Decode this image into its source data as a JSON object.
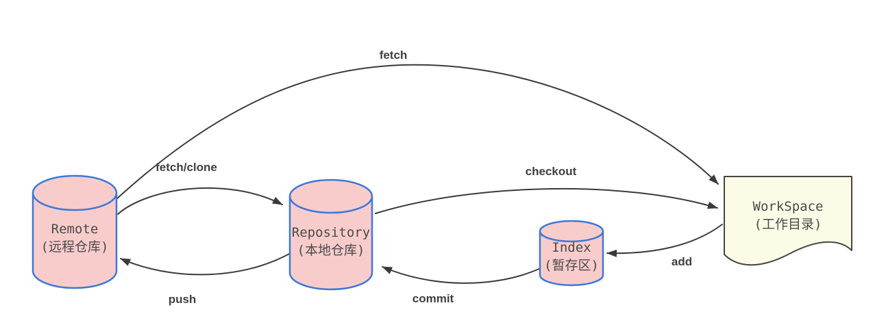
{
  "diagram": {
    "title": "git-workflow-diagram",
    "colors": {
      "store_fill": "#f9cccc",
      "store_stroke": "#3c78d8",
      "document_fill": "#fbfbe6",
      "document_stroke": "#454545",
      "arrow": "#3a3a3a",
      "label_text": "#3f3f3f",
      "node_text": "#4a4a4a"
    },
    "nodes": {
      "remote": {
        "title": "Remote",
        "subtitle": "(远程仓库)",
        "shape": "cylinder"
      },
      "repository": {
        "title": "Repository",
        "subtitle": "(本地仓库)",
        "shape": "cylinder"
      },
      "index": {
        "title": "Index",
        "subtitle": "(暂存区)",
        "shape": "cylinder"
      },
      "workspace": {
        "title": "WorkSpace",
        "subtitle": "(工作目录)",
        "shape": "document"
      }
    },
    "edges": {
      "fetch": {
        "label": "fetch",
        "from": "remote",
        "to": "workspace"
      },
      "fetch_clone": {
        "label": "fetch/clone",
        "from": "remote",
        "to": "repository"
      },
      "checkout": {
        "label": "checkout",
        "from": "repository",
        "to": "workspace"
      },
      "add": {
        "label": "add",
        "from": "workspace",
        "to": "index"
      },
      "commit": {
        "label": "commit",
        "from": "index",
        "to": "repository"
      },
      "push": {
        "label": "push",
        "from": "repository",
        "to": "remote"
      }
    }
  }
}
